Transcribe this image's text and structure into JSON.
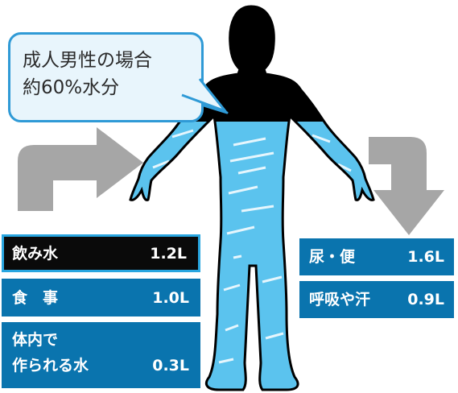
{
  "callout": {
    "line1": "成人男性の場合",
    "line2": "約60%水分"
  },
  "intake": [
    {
      "label": "飲み水",
      "value": "1.2L"
    },
    {
      "label": "食　事",
      "value": "1.0L"
    },
    {
      "label_line1": "体内で",
      "label_line2": "作られる水",
      "value": "0.3L"
    }
  ],
  "output": [
    {
      "label": "尿・便",
      "value": "1.6L"
    },
    {
      "label": "呼吸や汗",
      "value": "0.9L"
    }
  ],
  "colors": {
    "water_blue": "#5bc3ee",
    "box_blue": "#0a74ae",
    "box_dark": "#0a0a0a",
    "arrow_gray": "#a6a6a6",
    "body_black": "#000000",
    "callout_border": "#2f9ad6",
    "callout_fill": "#e8f5fc"
  }
}
